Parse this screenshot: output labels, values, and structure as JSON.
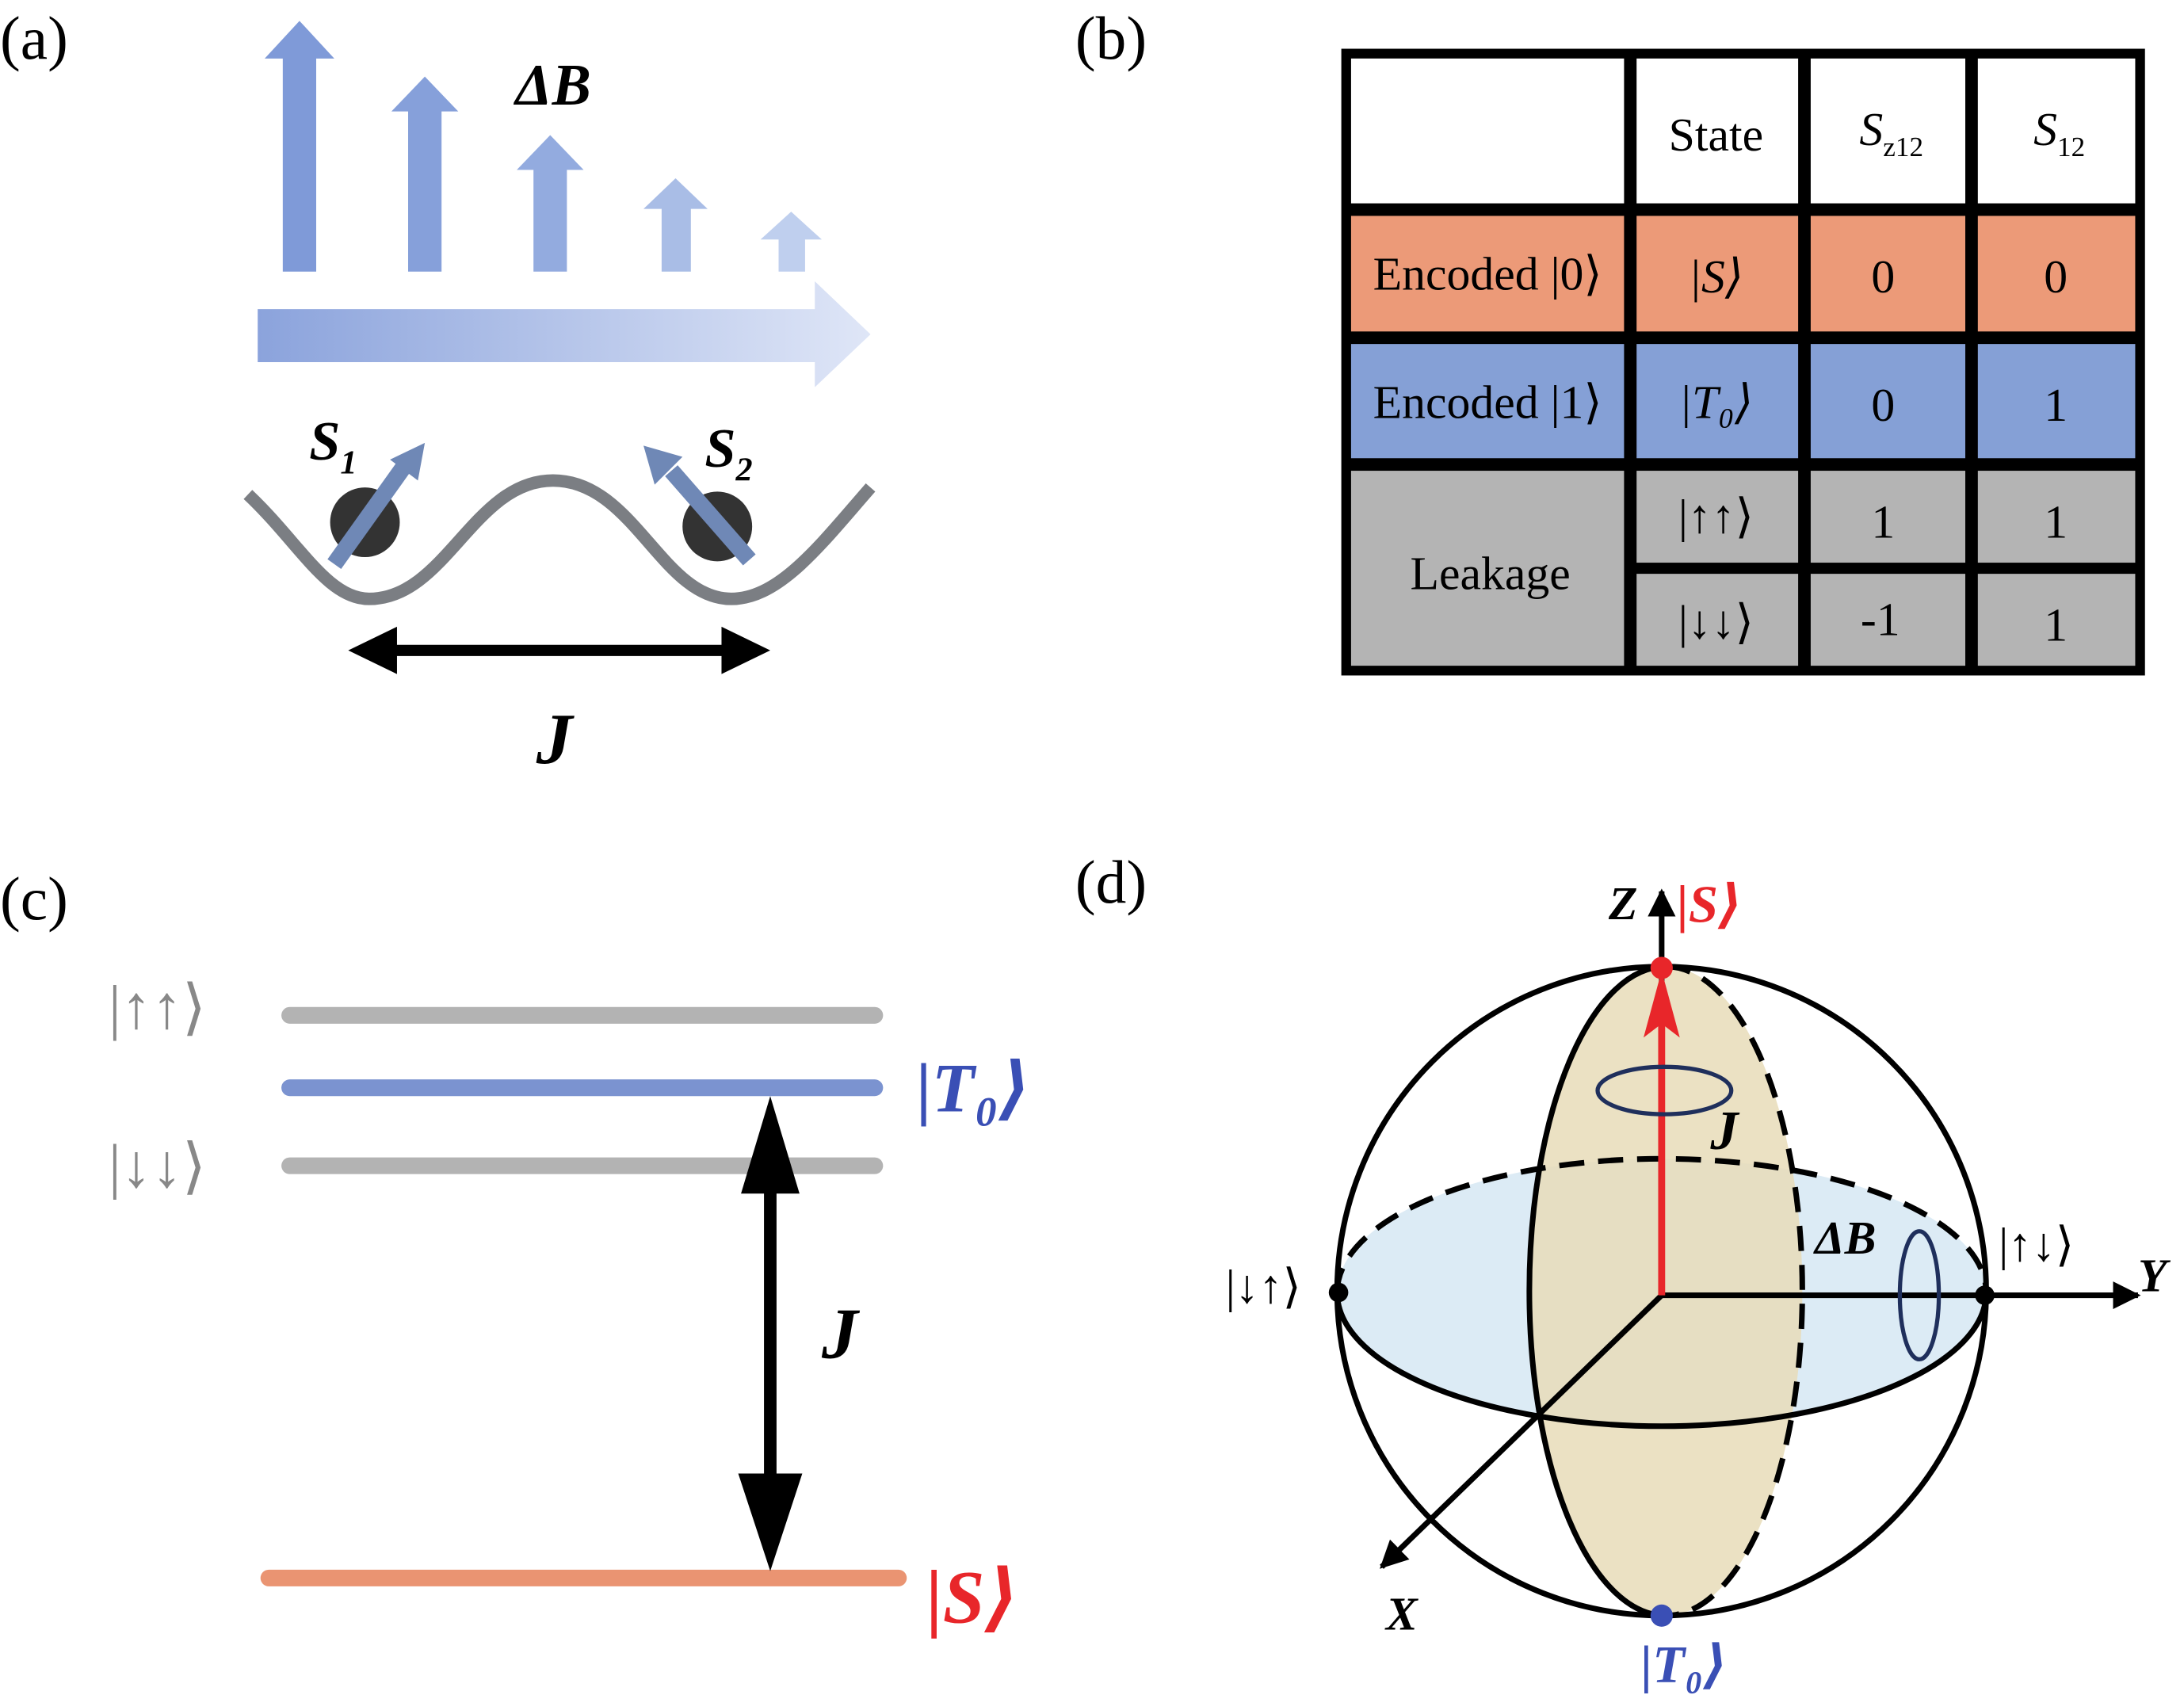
{
  "panel_labels": {
    "a": "(a)",
    "b": "(b)",
    "c": "(c)",
    "d": "(d)"
  },
  "panel_a": {
    "delta_b": "ΔB",
    "s1": "S",
    "s1_sub": "1",
    "s2": "S",
    "s2_sub": "2",
    "j": "J"
  },
  "table": {
    "headers": {
      "empty": "",
      "state": "State",
      "sz12": "S",
      "sz12_sub": "z12",
      "s12": "S",
      "s12_sub": "12"
    },
    "rows": [
      {
        "label": "Encoded |0⟩",
        "state": "|S⟩",
        "sz12": "0",
        "s12": "0",
        "color": "#ec9a78"
      },
      {
        "label": "Encoded |1⟩",
        "state": "|T₀⟩",
        "sz12": "0",
        "s12": "1",
        "color": "#85a0d6"
      },
      {
        "label": "Leakage",
        "state": "|↑↑⟩",
        "sz12": "1",
        "s12": "1",
        "color": "#b4b4b4"
      },
      {
        "label": "",
        "state": "|↓↓⟩",
        "sz12": "-1",
        "s12": "1",
        "color": "#b4b4b4"
      }
    ]
  },
  "panel_c": {
    "up_up": "|↑↑⟩",
    "down_down": "|↓↓⟩",
    "t0": "|T₀⟩",
    "s": "|S⟩",
    "j": "J",
    "colors": {
      "leakage": "#b3b3b3",
      "t0": "#7b93d0",
      "s": "#ea9472"
    }
  },
  "panel_d": {
    "z": "Z",
    "y": "Y",
    "x": "X",
    "s": "|S⟩",
    "t0": "|T₀⟩",
    "down_up": "|↓↑⟩",
    "up_down": "|↑↓⟩",
    "j": "J",
    "delta_b": "ΔB",
    "colors": {
      "s": "#e8262a",
      "t0": "#3a4fb5",
      "equator_fill": "#dcebf5",
      "meridian_fill": "#e8dcb8"
    }
  }
}
